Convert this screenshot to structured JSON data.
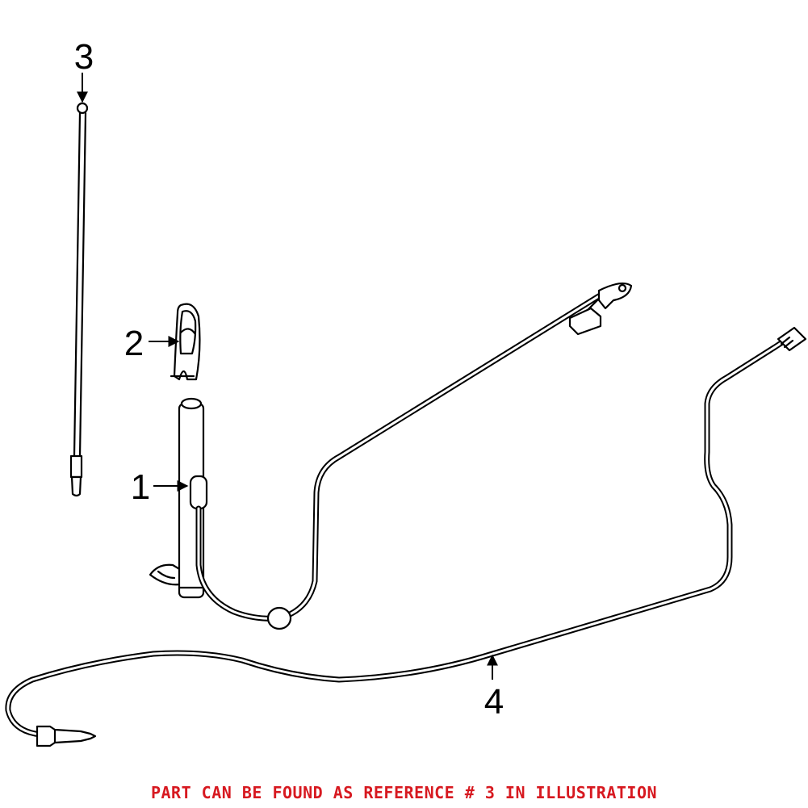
{
  "callouts": {
    "part_1": "1",
    "part_2": "2",
    "part_3": "3",
    "part_4": "4"
  },
  "footer": {
    "note": "PART CAN BE FOUND AS REFERENCE # 3 IN ILLUSTRATION",
    "note_color": "#d71920"
  }
}
